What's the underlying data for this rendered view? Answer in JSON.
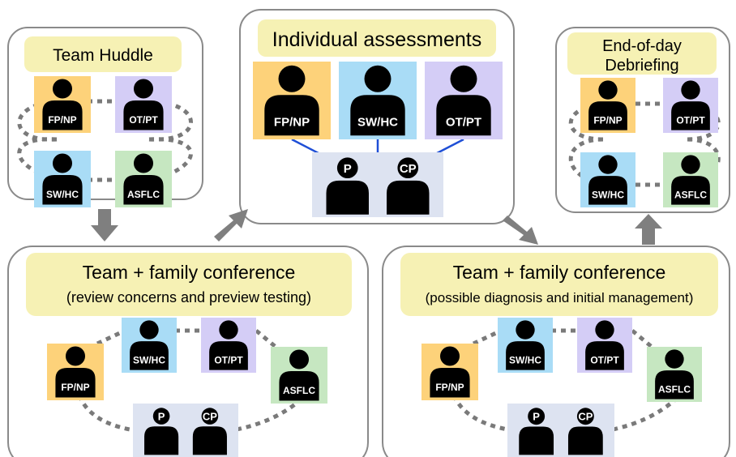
{
  "colors": {
    "fp_np": "#fdd27a",
    "sw_hc": "#a9dcf6",
    "ot_pt": "#d4cdf6",
    "asflc": "#c6e7c1",
    "patient": "#dde3f1",
    "label_fill": "#f6f1b4",
    "arrow": "#7f7f7f",
    "link": "#1f4fd6"
  },
  "roles": {
    "fp_np": "FP/NP",
    "sw_hc": "SW/HC",
    "ot_pt": "OT/PT",
    "asflc": "ASFLC",
    "patient": "P",
    "care_partner": "CP"
  },
  "panels": {
    "team_huddle": {
      "title": "Team Huddle"
    },
    "individual": {
      "title": "Individual assessments"
    },
    "debrief": {
      "title_line1": "End-of-day",
      "title_line2": "Debriefing"
    },
    "conf1": {
      "title": "Team + family conference",
      "subtitle": "(review concerns and preview testing)"
    },
    "conf2": {
      "title": "Team + family conference",
      "subtitle": "(possible diagnosis and initial management)"
    }
  }
}
